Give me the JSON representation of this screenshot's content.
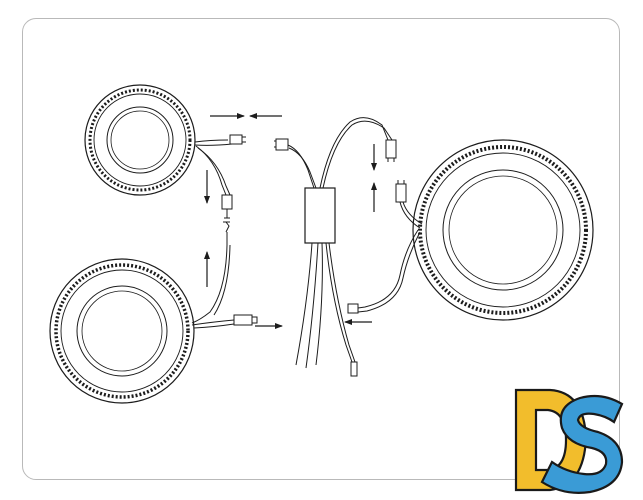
{
  "diagram": {
    "components": [
      {
        "kind": "ring-light",
        "label": "top-left-ring"
      },
      {
        "kind": "ring-light",
        "label": "bottom-left-ring"
      },
      {
        "kind": "ring-light",
        "label": "right-ring"
      },
      {
        "kind": "control-box",
        "label": "control-module"
      },
      {
        "kind": "connector",
        "label": "male-female-plugs"
      }
    ],
    "arrow_count": 8
  },
  "logo": {
    "letters": "DS",
    "colors": {
      "d": "#f2bd2c",
      "s": "#3a9bd6",
      "outline": "#1a1a1a"
    }
  },
  "colors": {
    "line": "#1c1c1c",
    "frame": "#b9b9b9",
    "background": "#ffffff"
  }
}
